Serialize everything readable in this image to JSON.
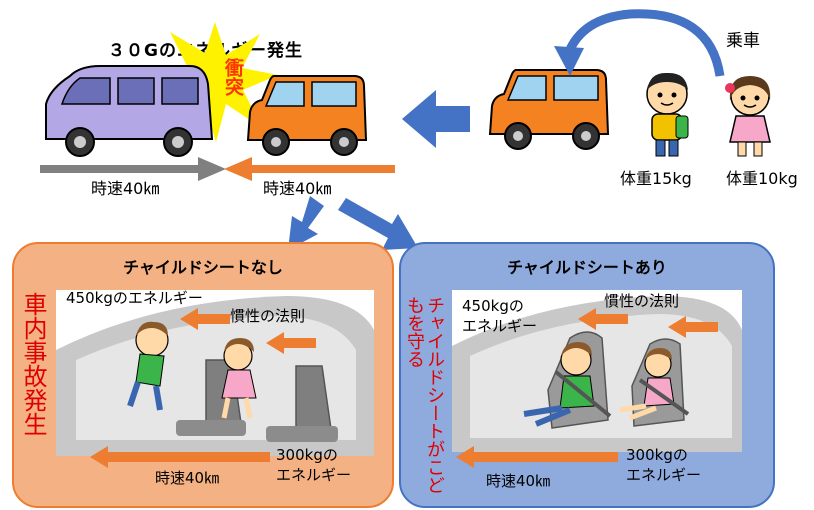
{
  "top": {
    "title": "３０Gのエネルギー発生",
    "impact": "衝突",
    "boarding": "乗車",
    "speed_left": "時速40㎞",
    "speed_right": "時速40㎞",
    "weight_boy": "体重15kg",
    "weight_girl": "体重10kg"
  },
  "left_panel": {
    "title": "チャイルドシートなし",
    "side_text": "車内事故発生",
    "energy_boy": "450kgのエネルギー",
    "inertia": "慣性の法則",
    "energy_girl": "300kgの\nエネルギー",
    "speed": "時速40㎞"
  },
  "right_panel": {
    "title": "チャイルドシートあり",
    "side_text": "チャイルドシートがこどもを守る",
    "energy_boy": "450kgの\nエネルギー",
    "inertia": "慣性の法則",
    "energy_girl": "300kgの\nエネルギー",
    "speed": "時速40㎞"
  },
  "colors": {
    "orange": "#ed7d31",
    "blue_arrow": "#4472c4",
    "gray_arrow": "#808080",
    "red_text": "#e00000",
    "left_panel_bg": "#f4b183",
    "right_panel_bg": "#8faadc",
    "van_purple": "#b4a7e6",
    "car_orange": "#f58220",
    "impact_yellow": "#fff200"
  }
}
